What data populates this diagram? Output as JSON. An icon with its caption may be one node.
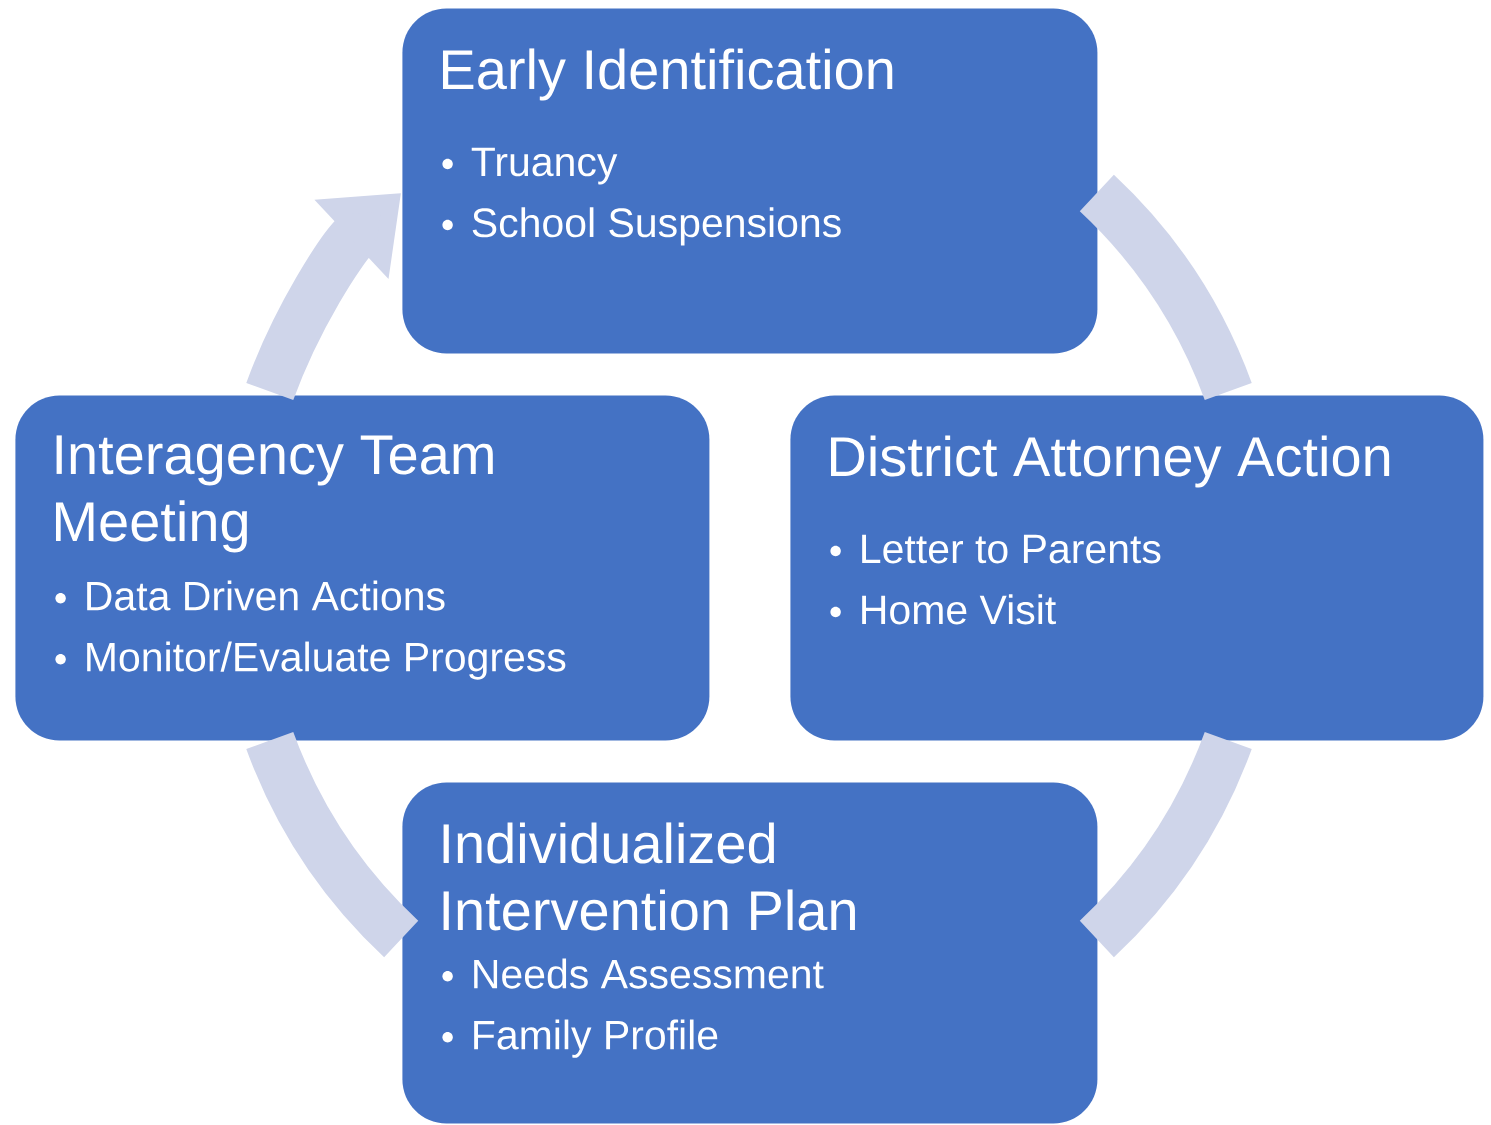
{
  "diagram": {
    "nodes": [
      {
        "text": [
          "Early Identification",
          "Truancy",
          "School Suspensions"
        ]
      },
      {
        "text": [
          "District Attorney Action",
          "Letter to Parents",
          "Home Visit"
        ]
      },
      {
        "text": [
          "Interagency Team Meeting",
          "Data Driven Actions",
          "Monitor/Evaluate Progress"
        ]
      },
      {
        "text": [
          "Individualized Intervention Plan",
          "Needs Assessment",
          "Family Profile"
        ]
      }
    ],
    "edges": [
      {
        "from": 0,
        "to": 1,
        "arrow": "none"
      },
      {
        "from": 1,
        "to": 3,
        "arrow": "none"
      },
      {
        "from": 3,
        "to": 2,
        "arrow": "none"
      },
      {
        "from": 2,
        "to": 0,
        "arrow": "to"
      }
    ]
  }
}
